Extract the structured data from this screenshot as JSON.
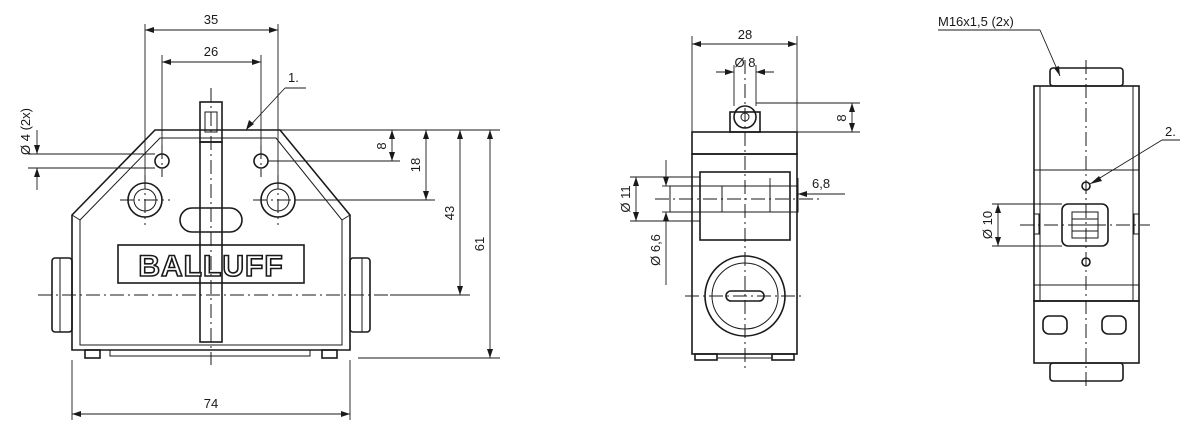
{
  "front_view": {
    "dim_35": "35",
    "dim_26": "26",
    "dim_74": "74",
    "dim_8": "8",
    "dim_18": "18",
    "dim_43": "43",
    "dim_61": "61",
    "dim_hole_dia": "Ø 4 (2x)",
    "callout_1": "1.",
    "logo": "BALLUFF"
  },
  "side_view": {
    "dim_28": "28",
    "dim_roller": "Ø 8",
    "dim_8": "8",
    "dim_11": "Ø 11",
    "dim_6_8": "6,8",
    "dim_6_6": "Ø 6,6"
  },
  "right_view": {
    "thread": "M16x1,5 (2x)",
    "callout_2": "2.",
    "dim_10": "Ø 10"
  }
}
